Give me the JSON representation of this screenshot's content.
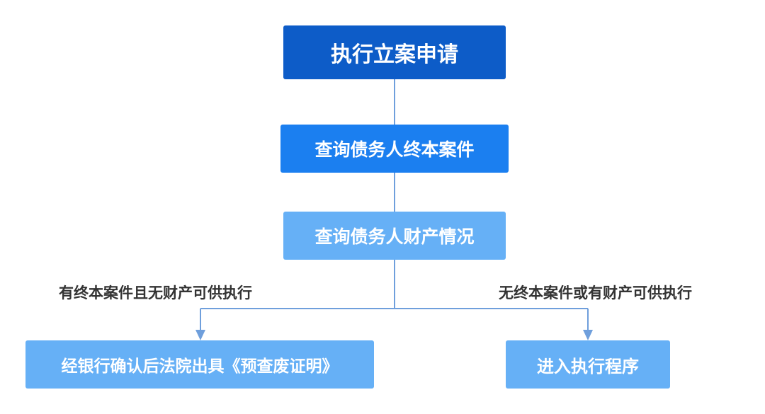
{
  "flowchart": {
    "nodes": [
      {
        "id": "apply",
        "label": "执行立案申请",
        "color": "#0d5cc8"
      },
      {
        "id": "query_cases",
        "label": "查询债务人终本案件",
        "color": "#1b7ff0"
      },
      {
        "id": "query_assets",
        "label": "查询债务人财产情况",
        "color": "#66b0f6"
      },
      {
        "id": "certificate",
        "label": "经银行确认后法院出具《预查废证明》",
        "color": "#66b0f6"
      },
      {
        "id": "enter_execution",
        "label": "进入执行程序",
        "color": "#66b0f6"
      }
    ],
    "branches": {
      "left_label": "有终本案件且无财产可供执行",
      "right_label": "无终本案件或有财产可供执行"
    },
    "connector_color": "#6f9fdc",
    "label_color": "#333333"
  }
}
